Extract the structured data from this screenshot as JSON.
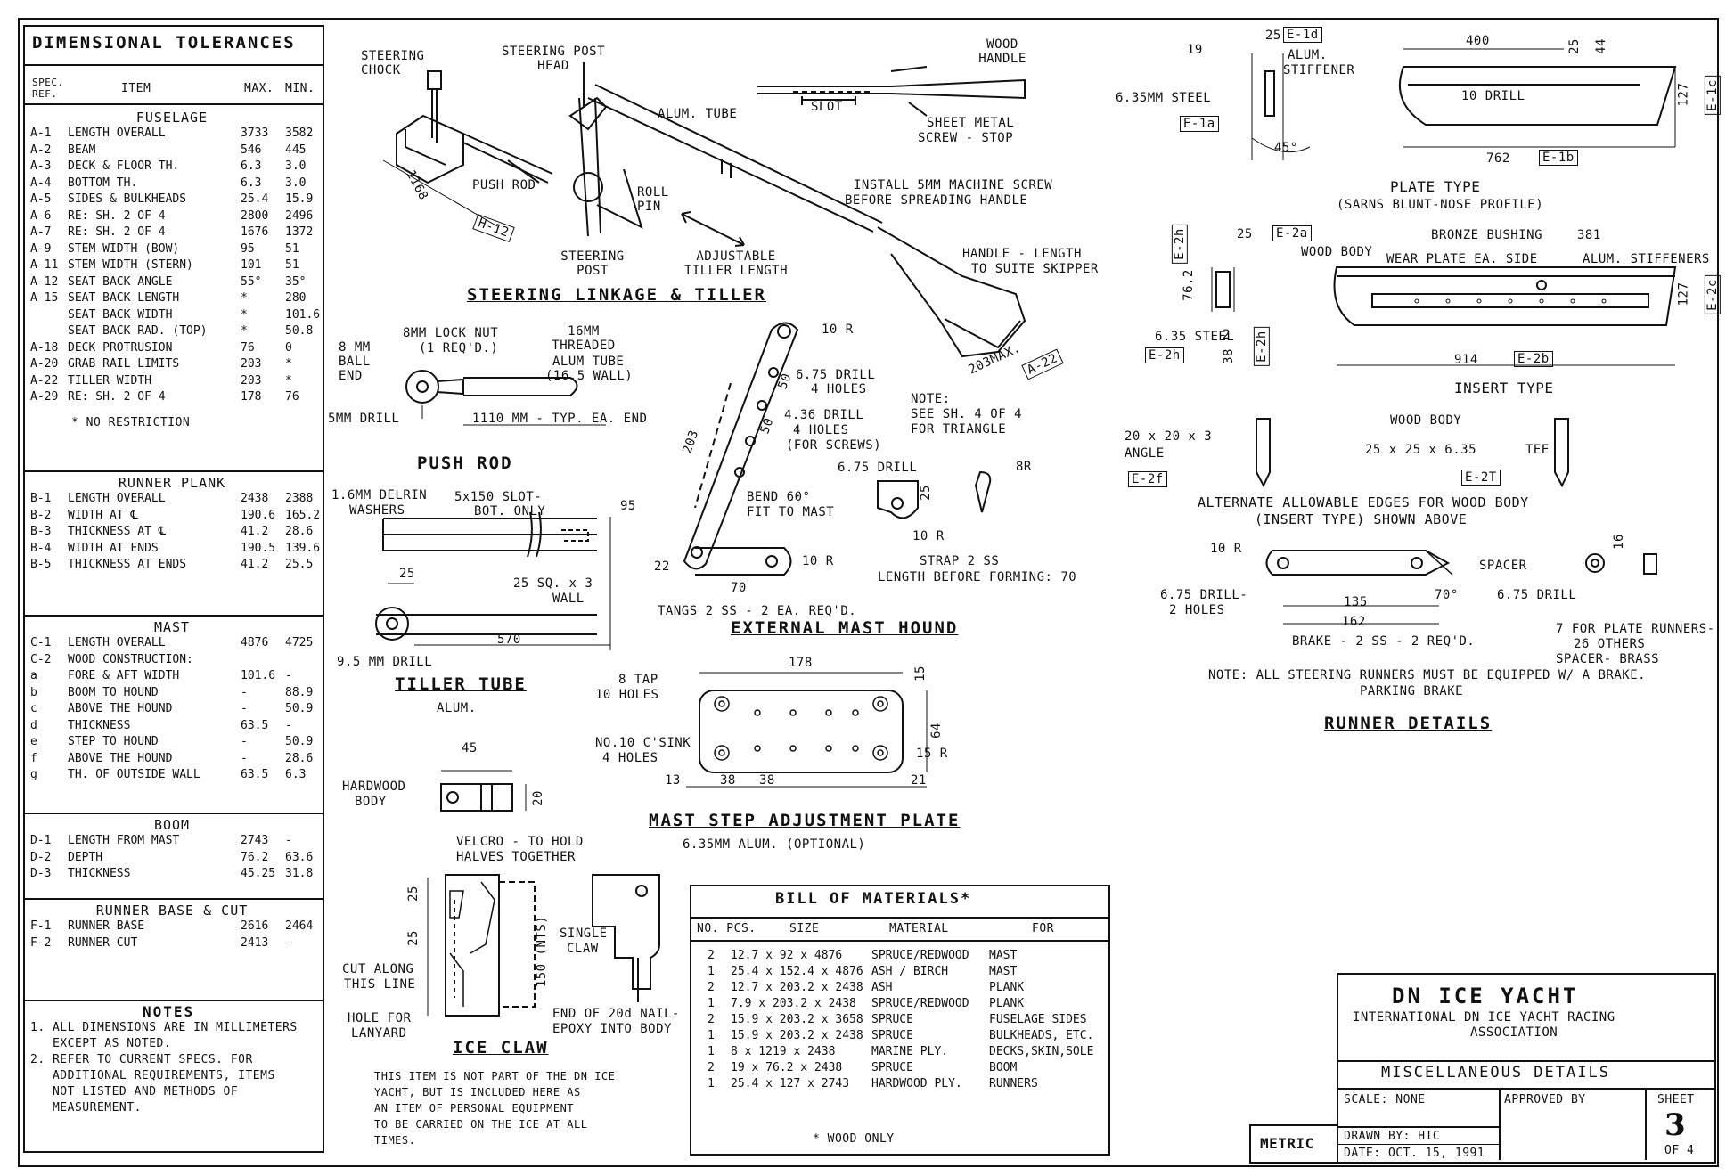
{
  "tolerances": {
    "title": "DIMENSIONAL TOLERANCES",
    "headers": {
      "ref": "SPEC. REF.",
      "item": "ITEM",
      "max": "MAX.",
      "min": "MIN."
    },
    "sections": [
      {
        "name": "FUSELAGE",
        "rows": [
          [
            "A-1",
            "LENGTH OVERALL",
            "3733",
            "3582"
          ],
          [
            "A-2",
            "BEAM",
            "546",
            "445"
          ],
          [
            "A-3",
            "DECK & FLOOR TH.",
            "6.3",
            "3.0"
          ],
          [
            "A-4",
            "BOTTOM TH.",
            "6.3",
            "3.0"
          ],
          [
            "A-5",
            "SIDES & BULKHEADS",
            "25.4",
            "15.9"
          ],
          [
            "A-6",
            "RE: SH. 2 OF 4",
            "2800",
            "2496"
          ],
          [
            "A-7",
            "RE: SH. 2 OF 4",
            "1676",
            "1372"
          ],
          [
            "A-9",
            "STEM WIDTH (BOW)",
            "95",
            "51"
          ],
          [
            "A-11",
            "STEM WIDTH (STERN)",
            "101",
            "51"
          ],
          [
            "A-12",
            "SEAT BACK ANGLE",
            "55°",
            "35°"
          ],
          [
            "A-15",
            "SEAT BACK LENGTH",
            "*",
            "280"
          ],
          [
            "",
            "SEAT BACK WIDTH",
            "*",
            "101.6"
          ],
          [
            "",
            "SEAT BACK RAD. (TOP)",
            "*",
            "50.8"
          ],
          [
            "A-18",
            "DECK PROTRUSION",
            "76",
            "0"
          ],
          [
            "A-20",
            "GRAB RAIL LIMITS",
            "203",
            "*"
          ],
          [
            "A-22",
            "TILLER WIDTH",
            "203",
            "*"
          ],
          [
            "A-29",
            "RE: SH. 2 OF 4",
            "178",
            "76"
          ]
        ],
        "note": "* NO RESTRICTION"
      },
      {
        "name": "RUNNER PLANK",
        "rows": [
          [
            "B-1",
            "LENGTH OVERALL",
            "2438",
            "2388"
          ],
          [
            "B-2",
            "WIDTH AT ℄",
            "190.6",
            "165.2"
          ],
          [
            "B-3",
            "THICKNESS AT ℄",
            "41.2",
            "28.6"
          ],
          [
            "B-4",
            "WIDTH AT ENDS",
            "190.5",
            "139.6"
          ],
          [
            "B-5",
            "THICKNESS AT ENDS",
            "41.2",
            "25.5"
          ]
        ]
      },
      {
        "name": "MAST",
        "rows": [
          [
            "C-1",
            "LENGTH OVERALL",
            "4876",
            "4725"
          ],
          [
            "C-2",
            "WOOD CONSTRUCTION:",
            "",
            ""
          ],
          [
            "a",
            "FORE & AFT WIDTH",
            "101.6",
            "-"
          ],
          [
            "b",
            "BOOM TO HOUND",
            "-",
            "88.9"
          ],
          [
            "c",
            "ABOVE THE HOUND",
            "-",
            "50.9"
          ],
          [
            "d",
            "THICKNESS",
            "63.5",
            "-"
          ],
          [
            "e",
            "STEP TO HOUND",
            "-",
            "50.9"
          ],
          [
            "f",
            "ABOVE THE HOUND",
            "-",
            "28.6"
          ],
          [
            "g",
            "TH. OF OUTSIDE WALL",
            "63.5",
            "6.3"
          ]
        ]
      },
      {
        "name": "BOOM",
        "rows": [
          [
            "D-1",
            "LENGTH FROM MAST",
            "2743",
            "-"
          ],
          [
            "D-2",
            "DEPTH",
            "76.2",
            "63.6"
          ],
          [
            "D-3",
            "THICKNESS",
            "45.25",
            "31.8"
          ]
        ]
      },
      {
        "name": "RUNNER BASE & CUT",
        "rows": [
          [
            "F-1",
            "RUNNER BASE",
            "2616",
            "2464"
          ],
          [
            "F-2",
            "RUNNER CUT",
            "2413",
            "-"
          ]
        ]
      }
    ],
    "notes_title": "NOTES",
    "notes": [
      "1. ALL DIMENSIONS ARE IN MILLIMETERS",
      "   EXCEPT AS NOTED.",
      "2. REFER TO CURRENT SPECS. FOR",
      "   ADDITIONAL REQUIREMENTS, ITEMS",
      "   NOT LISTED AND METHODS OF",
      "   MEASUREMENT."
    ]
  },
  "steering": {
    "title": "STEERING LINKAGE & TILLER",
    "steering_chock": "STEERING CHOCK",
    "steering_post_head": "STEERING POST HEAD",
    "alum_tube": "ALUM. TUBE",
    "push_rod": "PUSH ROD",
    "roll_pin": "ROLL PIN",
    "steering_post": "STEERING POST",
    "adjustable": "ADJUSTABLE TILLER LENGTH",
    "install": "INSTALL 5MM MACHINE SCREW",
    "install2": "BEFORE SPREADING HANDLE",
    "handle_length": "HANDLE - LENGTH",
    "handle_length2": "TO SUITE SKIPPER",
    "wood_handle": "WOOD HANDLE",
    "slot": "SLOT",
    "sheet_metal": "SHEET METAL",
    "screw_stop": "SCREW - STOP",
    "dim_1168": "1168",
    "ref_h12": "H-12",
    "dim_203max": "203MAX.",
    "ref_a22": "A-22"
  },
  "pushrod": {
    "title": "PUSH ROD",
    "ball_end": "8 MM BALL END",
    "lock_nut": "8MM LOCK NUT",
    "lock_nut2": "(1 REQ'D.)",
    "threaded": "16MM THREADED",
    "threaded2": "ALUM TUBE",
    "threaded3": "(16.5 WALL)",
    "drill": "5MM DRILL",
    "length": "1110 MM  -  TYP. EA. END"
  },
  "tiller": {
    "title": "TILLER TUBE",
    "sub": "ALUM.",
    "delrin": "1.6MM DELRIN",
    "washers": "WASHERS",
    "slot": "5x150 SLOT-",
    "slot2": "BOT. ONLY",
    "dim_95": "95",
    "dim_25": "25",
    "sq": "25 SQ. x 3",
    "wall": "WALL",
    "drill": "9.5 MM DRILL",
    "dim_570": "570"
  },
  "hound": {
    "title": "EXTERNAL MAST HOUND",
    "dim_10r": "10 R",
    "drill675": "6.75 DRILL",
    "holes4": "4 HOLES",
    "dim_50a": "50",
    "dim_50b": "50",
    "drill436": "4.36 DRILL",
    "holes4b": "4 HOLES",
    "screws": "(FOR SCREWS)",
    "dim_203": "203",
    "bend": "BEND 60°",
    "fit": "FIT TO MAST",
    "dim_22": "22",
    "dim_70": "70",
    "tangs": "TANGS  2  SS - 2 EA. REQ'D.",
    "note": "NOTE:",
    "note2": "SEE SH. 4 OF 4",
    "note3": "FOR TRIANGLE",
    "drill675b": "6.75 DRILL",
    "dim_25": "25",
    "dim_10rb": "10 R",
    "dim_8r": "8R",
    "strap": "STRAP   2  SS",
    "strap2": "LENGTH BEFORE FORMING: 70",
    "dim_10rc": "10 R"
  },
  "mast_step": {
    "title": "MAST STEP ADJUSTMENT PLATE",
    "sub": "6.35MM ALUM. (OPTIONAL)",
    "tap": "8 TAP",
    "holes10": "10 HOLES",
    "csink": "NO.10 C'SINK",
    "holes4": "4 HOLES",
    "dim_178": "178",
    "dim_15": "15",
    "dim_64": "64",
    "dim_15r": "15 R",
    "dim_13": "13",
    "dim_38a": "38",
    "dim_38b": "38",
    "dim_21": "21"
  },
  "ice_claw": {
    "title": "ICE CLAW",
    "hardwood": "HARDWOOD",
    "body": "BODY",
    "dim_45": "45",
    "dim_20": "20",
    "velcro": "VELCRO - TO HOLD",
    "velcro2": "HALVES TOGETHER",
    "dim_25a": "25",
    "dim_25b": "25",
    "dim_150": "150 (NTS)",
    "single": "SINGLE",
    "claw": "CLAW",
    "cut": "CUT ALONG",
    "cut2": "THIS LINE",
    "hole": "HOLE FOR",
    "lanyard": "LANYARD",
    "nail": "END OF 20d NAIL-",
    "nail2": "EPOXY INTO BODY",
    "desc": [
      "THIS ITEM IS NOT PART OF THE DN ICE",
      "YACHT, BUT IS INCLUDED HERE AS",
      "AN ITEM OF PERSONAL EQUIPMENT",
      "TO BE CARRIED ON THE ICE AT ALL",
      "TIMES."
    ]
  },
  "bom": {
    "title": "BILL  OF  MATERIALS*",
    "headers": {
      "pcs": "NO. PCS.",
      "size": "SIZE",
      "material": "MATERIAL",
      "for": "FOR"
    },
    "rows": [
      [
        "2",
        "12.7 x 92 x 4876",
        "SPRUCE/REDWOOD",
        "MAST"
      ],
      [
        "1",
        "25.4 x 152.4 x 4876",
        "ASH / BIRCH",
        "MAST"
      ],
      [
        "2",
        "12.7 x 203.2 x 2438",
        "ASH",
        "PLANK"
      ],
      [
        "1",
        "7.9 x 203.2 x 2438",
        "SPRUCE/REDWOOD",
        "PLANK"
      ],
      [
        "2",
        "15.9 x 203.2 x 3658",
        "SPRUCE",
        "FUSELAGE SIDES"
      ],
      [
        "1",
        "15.9 x 203.2 x 2438",
        "SPRUCE",
        "BULKHEADS, ETC."
      ],
      [
        "1",
        "8 x 1219 x 2438",
        "MARINE PLY.",
        "DECKS,SKIN,SOLE"
      ],
      [
        "2",
        "19 x 76.2 x 2438",
        "SPRUCE",
        "BOOM"
      ],
      [
        "1",
        "25.4 x 127 x 2743",
        "HARDWOOD PLY.",
        "RUNNERS"
      ]
    ],
    "footnote": "* WOOD  ONLY"
  },
  "runner": {
    "title": "RUNNER DETAILS",
    "dim_19": "19",
    "dim_25": "25",
    "ref_e1d": "E-1d",
    "alum": "ALUM.",
    "stiffener": "STIFFENER",
    "steel": "6.35MM  STEEL",
    "ref_e1a": "E-1a",
    "dim_45deg": "45°",
    "dim_400": "400",
    "dim_25b": "25",
    "dim_44": "44",
    "drill10": "10 DRILL",
    "dim_127": "127",
    "ref_e1c": "E-1c",
    "dim_762": "762",
    "ref_e1b": "E-1b",
    "plate_type": "PLATE   TYPE",
    "plate_sub": "(SARNS BLUNT-NOSE PROFILE)",
    "ref_e2h": "E-2h",
    "dim_25c": "25",
    "ref_e2a": "E-2a",
    "wood_body": "WOOD BODY",
    "bronze": "BRONZE BUSHING",
    "dim_381": "381",
    "wear": "WEAR PLATE EA. SIDE",
    "alum_stiff": "ALUM. STIFFENERS",
    "dim_762b": "76.2",
    "dim_127b": "127",
    "ref_e2c": "E-2c",
    "steel2": "6.35 STEEL",
    "steel2n": "2",
    "ref_e2hb": "E-2h",
    "dim_38": "38",
    "ref_e2hc": "E-2h",
    "dim_914": "914",
    "ref_e2b": "E-2b",
    "insert_type": "INSERT  TYPE",
    "angle": "20 x 20 x 3",
    "angle2": "ANGLE",
    "wood_body2": "WOOD   BODY",
    "tee": "25 x 25 x 6.35",
    "tee2": "TEE",
    "ref_e2f": "E-2f",
    "ref_e2t": "E-2T",
    "alt": "ALTERNATE  ALLOWABLE  EDGES  FOR  WOOD  BODY",
    "alt2": "(INSERT  TYPE)    SHOWN   ABOVE",
    "dim_10r": "10 R",
    "spacer": "SPACER",
    "dim_16": "16",
    "drill675": "6.75 DRILL-",
    "holes2": "2 HOLES",
    "dim_135": "135",
    "dim_70deg": "70°",
    "dim_162": "162",
    "drill675b": "6.75  DRILL",
    "brake": "BRAKE -  2  SS - 2 REQ'D.",
    "plate_runners": "7 FOR PLATE RUNNERS-",
    "others": "26 OTHERS",
    "spacer_brass": "SPACER- BRASS",
    "note": "NOTE: ALL STEERING RUNNERS MUST BE EQUIPPED W/ A BRAKE.",
    "parking": "PARKING      BRAKE"
  },
  "title_block": {
    "title": "DN  ICE  YACHT",
    "org": "INTERNATIONAL   DN  ICE  YACHT  RACING",
    "assoc": "ASSOCIATION",
    "sheet_title": "MISCELLANEOUS   DETAILS",
    "scale": "SCALE: NONE",
    "approved": "APPROVED BY",
    "sheet_label": "SHEET",
    "sheet_no": "3",
    "of": "OF  4",
    "metric": "METRIC",
    "drawn": "DRAWN BY: HIC",
    "date": "DATE: OCT. 15, 1991"
  }
}
